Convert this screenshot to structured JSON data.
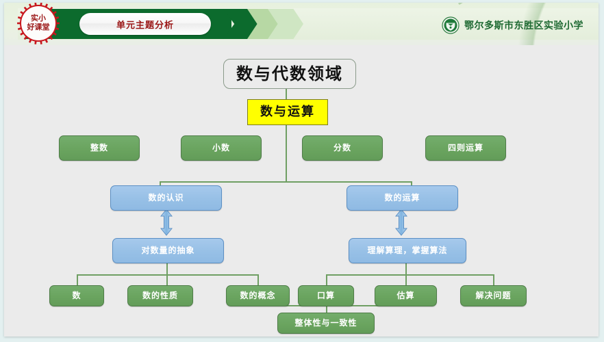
{
  "header": {
    "badge_line1": "实小",
    "badge_line2": "好课堂",
    "badge_name": "school-quality-class-seal",
    "tab_label": "单元主题分析",
    "school_name": "鄂尔多斯市东胜区实验小学",
    "logo_icon": "school-emblem-icon"
  },
  "colors": {
    "brand_green": "#0c6b2d",
    "node_green": "#6aa45f",
    "node_blue": "#97c0e6",
    "highlight_yellow": "#ffff00",
    "connector": "#6f9f63",
    "slide_bg": "#ebebeb",
    "title_red": "#9a1616"
  },
  "diagram": {
    "root": "数与代数领域",
    "highlight": "数与运算",
    "category_row": [
      {
        "label": "整数"
      },
      {
        "label": "小数"
      },
      {
        "label": "分数"
      },
      {
        "label": "四则运算"
      }
    ],
    "branch_row": [
      {
        "label": "数的认识"
      },
      {
        "label": "数的运算"
      }
    ],
    "detail_row": [
      {
        "label": "对数量的抽象"
      },
      {
        "label": "理解算理，掌握算法"
      }
    ],
    "leaf_row": [
      {
        "label": "数"
      },
      {
        "label": "数的性质"
      },
      {
        "label": "数的概念"
      },
      {
        "label": "口算"
      },
      {
        "label": "估算"
      },
      {
        "label": "解决问题"
      }
    ],
    "footer_node": "整体性与一致性"
  }
}
